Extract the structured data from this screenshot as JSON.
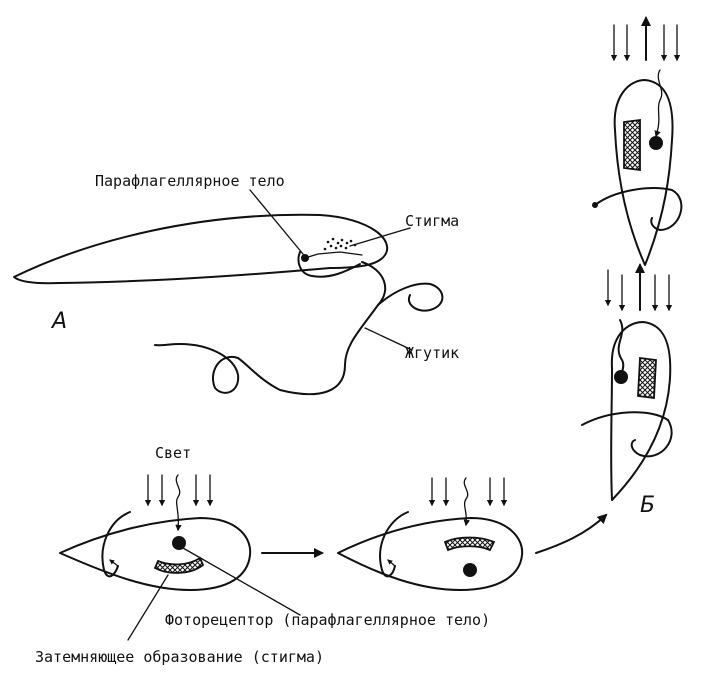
{
  "labels": {
    "paraflagellar": "Парафлагеллярное тело",
    "stigma": "Стигма",
    "flagellum": "Жгутик",
    "panel_a": "А",
    "panel_b": "Б",
    "light": "Свет",
    "photoreceptor": "Фоторецептор (парафлагеллярное тело)",
    "shading": "Затемняющее образование (стигма)"
  }
}
